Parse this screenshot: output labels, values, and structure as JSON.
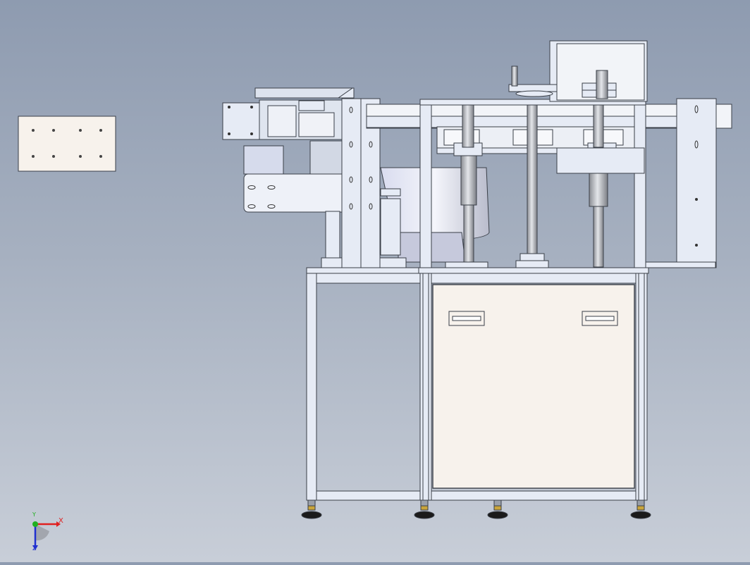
{
  "app": {
    "kind": "CAD assembly viewport",
    "background_top": "#8e9bb0",
    "background_bottom": "#c8ced8"
  },
  "colors": {
    "frame": "#e6ebf5",
    "frame_edge": "#3a3f48",
    "panel": "#f7f2ec",
    "cylinder": "#b4b7bd",
    "foot": "#1b1b1b",
    "brass": "#c9a43a",
    "axis_x": "#e02020",
    "axis_y": "#20b020",
    "axis_z": "#2030d0"
  },
  "triad": {
    "x_label": "X",
    "y_label": "Y",
    "z_label": "Z"
  },
  "icons": [
    "coordinate-triad-icon"
  ]
}
